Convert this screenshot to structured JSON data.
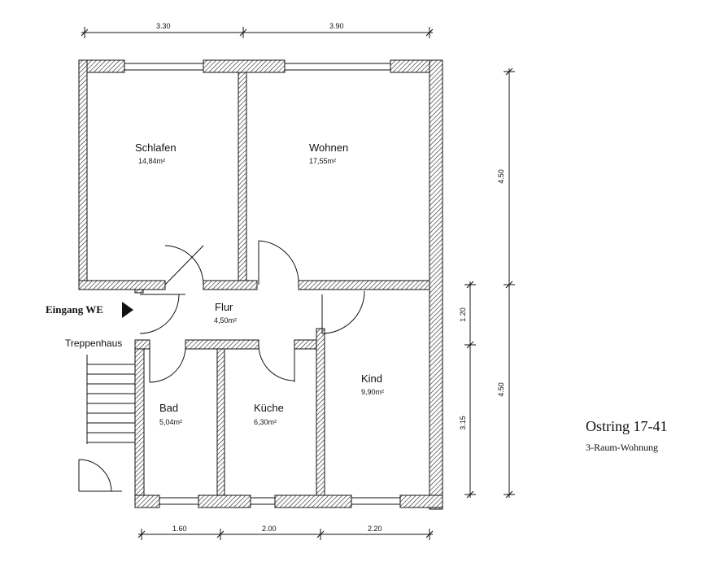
{
  "rooms": {
    "schlafen": {
      "name": "Schlafen",
      "area": "14,84m²"
    },
    "wohnen": {
      "name": "Wohnen",
      "area": "17,55m²"
    },
    "flur": {
      "name": "Flur",
      "area": "4,50m²"
    },
    "kind": {
      "name": "Kind",
      "area": "9,90m²"
    },
    "bad": {
      "name": "Bad",
      "area": "5,04m²"
    },
    "kueche": {
      "name": "Küche",
      "area": "6,30m²"
    }
  },
  "labels": {
    "eingang": "Eingang WE",
    "treppenhaus": "Treppenhaus"
  },
  "dimensions": {
    "top": [
      "3.30",
      "3.90"
    ],
    "bottom": [
      "1.60",
      "2.00",
      "2.20"
    ],
    "right_outer": [
      "4.50",
      "4.50"
    ],
    "right_inner": [
      "1.20",
      "3.15"
    ]
  },
  "title": {
    "address": "Ostring 17-41",
    "type": "3-Raum-Wohnung"
  }
}
